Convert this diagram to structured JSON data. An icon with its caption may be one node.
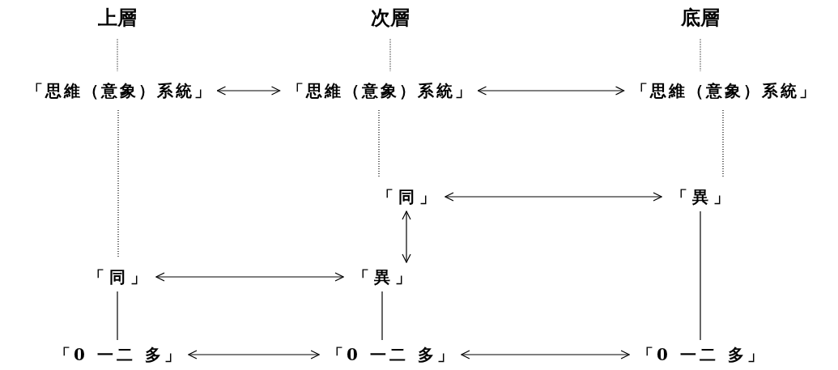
{
  "diagram": {
    "nodes": [
      {
        "text": [
          "上層"
        ]
      },
      {
        "text": [
          "次層"
        ]
      },
      {
        "text": [
          "底層"
        ]
      },
      {
        "text": [
          "「思維（意象）系統」"
        ]
      },
      {
        "text": [
          "「思維（意象）系統」"
        ]
      },
      {
        "text": [
          "「思維（意象）系統」"
        ]
      },
      {
        "text": [
          "「同」"
        ]
      },
      {
        "text": [
          "「異」"
        ]
      },
      {
        "text": [
          "「同」"
        ]
      },
      {
        "text": [
          "「異」"
        ]
      },
      {
        "text": [
          "「0 一二 多」"
        ]
      },
      {
        "text": [
          "「0 一二 多」"
        ]
      },
      {
        "text": [
          "「0 一二 多」"
        ]
      }
    ],
    "edges": [
      {
        "from": 0,
        "to": 3,
        "arrow": "none",
        "style": "dashed"
      },
      {
        "from": 1,
        "to": 4,
        "arrow": "none",
        "style": "dashed"
      },
      {
        "from": 2,
        "to": 5,
        "arrow": "none",
        "style": "dashed"
      },
      {
        "from": 3,
        "to": 4,
        "arrow": "both"
      },
      {
        "from": 4,
        "to": 5,
        "arrow": "both"
      },
      {
        "from": 3,
        "to": 8,
        "arrow": "none",
        "style": "dashed"
      },
      {
        "from": 4,
        "to": 6,
        "arrow": "none",
        "style": "dashed"
      },
      {
        "from": 5,
        "to": 7,
        "arrow": "none",
        "style": "dashed"
      },
      {
        "from": 6,
        "to": 7,
        "arrow": "both"
      },
      {
        "from": 6,
        "to": 9,
        "arrow": "both"
      },
      {
        "from": 8,
        "to": 9,
        "arrow": "both"
      },
      {
        "from": 8,
        "to": 10,
        "arrow": "none"
      },
      {
        "from": 9,
        "to": 11,
        "arrow": "none"
      },
      {
        "from": 7,
        "to": 12,
        "arrow": "none"
      },
      {
        "from": 10,
        "to": 11,
        "arrow": "both"
      },
      {
        "from": 11,
        "to": 12,
        "arrow": "both"
      }
    ]
  }
}
